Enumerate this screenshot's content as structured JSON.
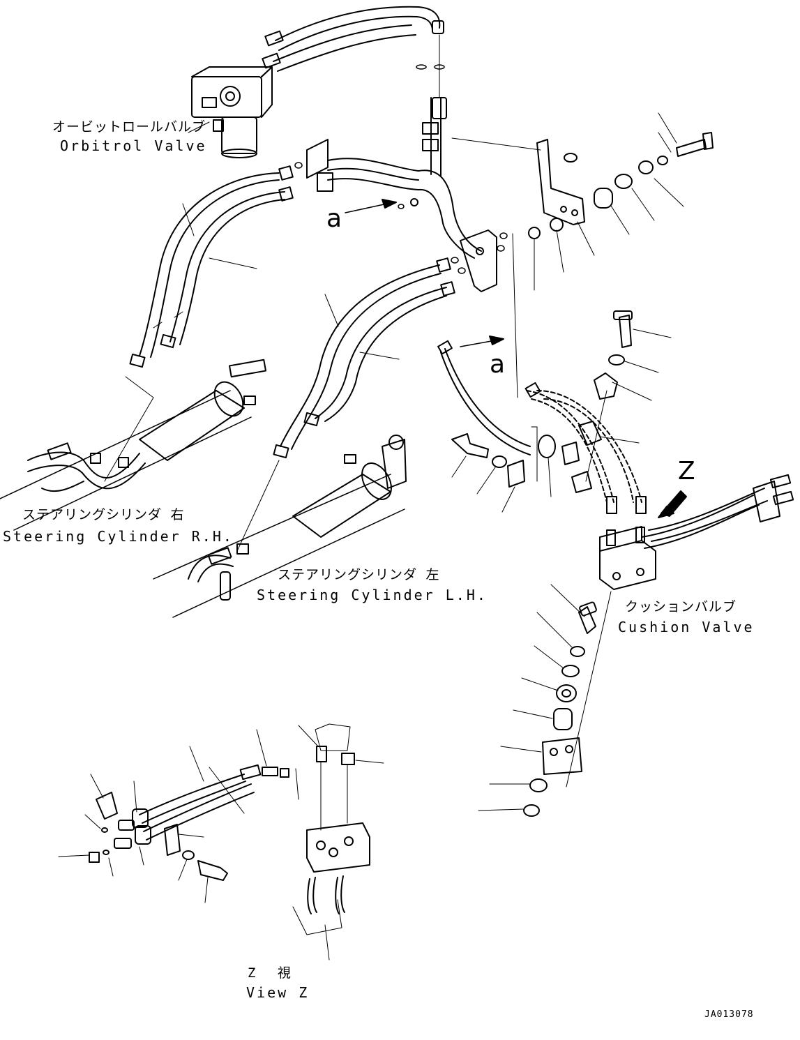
{
  "labels": {
    "orbitrol_jp": "オービットロールバルブ",
    "orbitrol_en": "Orbitrol Valve",
    "steer_rh_jp": "ステアリングシリンダ 右",
    "steer_rh_en": "Steering Cylinder R.H.",
    "steer_lh_jp": "ステアリングシリンダ 左",
    "steer_lh_en": "Steering Cylinder L.H.",
    "cushion_jp": "クッションバルブ",
    "cushion_en": "Cushion Valve",
    "view_jp": "Z 視",
    "view_en": "View Z",
    "ref_a_1": "a",
    "ref_a_2": "a",
    "ref_z": "Z",
    "drawing_code": "JA013078"
  },
  "colors": {
    "line": "#000000",
    "background": "#ffffff"
  }
}
